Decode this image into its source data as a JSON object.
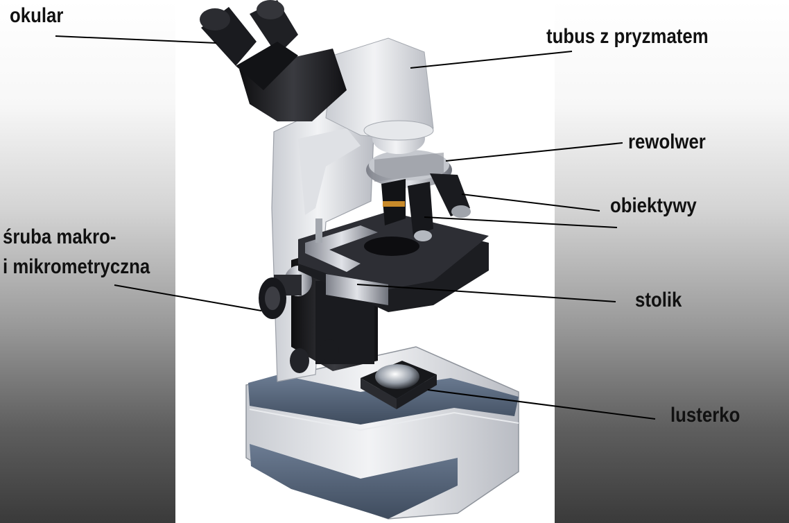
{
  "labels": {
    "eyepiece": "okular",
    "prism_tube": "tubus z pryzmatem",
    "revolver": "rewolwer",
    "objectives": "obiektywy",
    "focus_knob_line1": "śruba makro-",
    "focus_knob_line2": "i mikrometryczna",
    "stage": "stolik",
    "mirror": "lusterko"
  }
}
